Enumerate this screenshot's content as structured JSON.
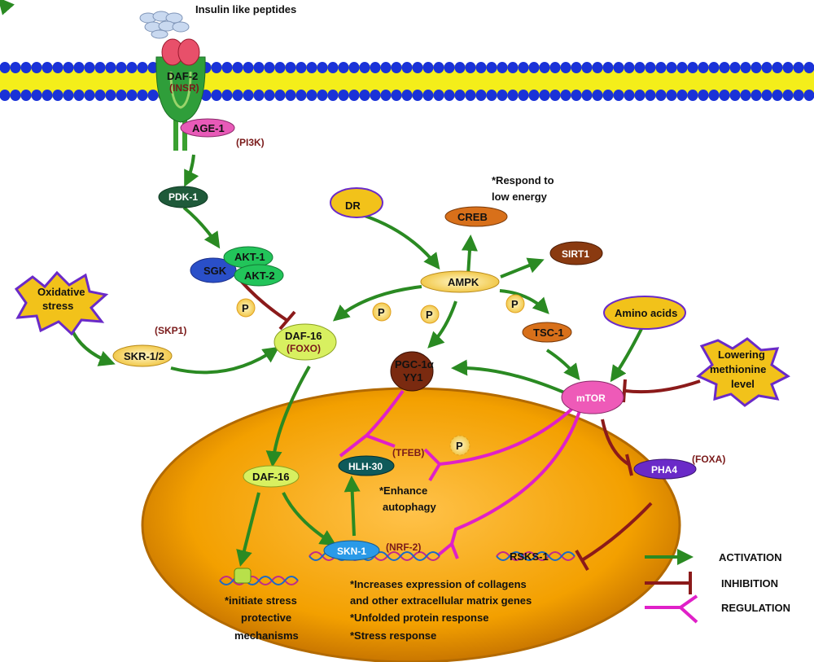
{
  "title": "Insulin like peptides",
  "receptor": {
    "name": "DAF-2",
    "alias": "(INSR)"
  },
  "nodes": {
    "age1": "AGE-1",
    "pi3k": "(PI3K)",
    "pdk1": "PDK-1",
    "akt1": "AKT-1",
    "akt2": "AKT-2",
    "sgk": "SGK",
    "oxidative_1": "Oxidative",
    "oxidative_2": "stress",
    "skp1": "(SKP1)",
    "skr": "SKR-1/2",
    "daf16": "DAF-16",
    "foxo": "(FOXO)",
    "dr": "DR",
    "creb": "CREB",
    "ampk": "AMPK",
    "sirt1": "SIRT1",
    "tsc1": "TSC-1",
    "amino": "Amino acids",
    "lowering_1": "Lowering",
    "lowering_2": "methionine",
    "lowering_3": "level",
    "mtor": "mTOR",
    "pgc_1": "PGC-1α",
    "pgc_2": "YY1",
    "pha4": "PHA4",
    "foxa": "(FOXA)",
    "tfeb": "(TFEB)",
    "hlh30": "HLH-30",
    "daf16_n": "DAF-16",
    "skn1": "SKN-1",
    "nrf2": "(NRF-2)",
    "rsks1": "RSKS-1",
    "p": "P"
  },
  "notes": {
    "energy_1": "*Respond to",
    "energy_2": "low energy",
    "autophagy_1": "*Enhance",
    "autophagy_2": "autophagy",
    "collagen_1": "*Increases expression of collagens",
    "collagen_2": "and other extracellular matrix genes",
    "unfolded": "*Unfolded protein response",
    "stress_resp": "*Stress response",
    "initiate_1": "*initiate stress",
    "initiate_2": "protective",
    "initiate_3": "mechanisms"
  },
  "legend": [
    {
      "label": "ACTIVATION",
      "color": "#2a8a22"
    },
    {
      "label": "INHIBITION",
      "color": "#8b1a1a"
    },
    {
      "label": "REGULATION",
      "color": "#e020c8"
    }
  ]
}
